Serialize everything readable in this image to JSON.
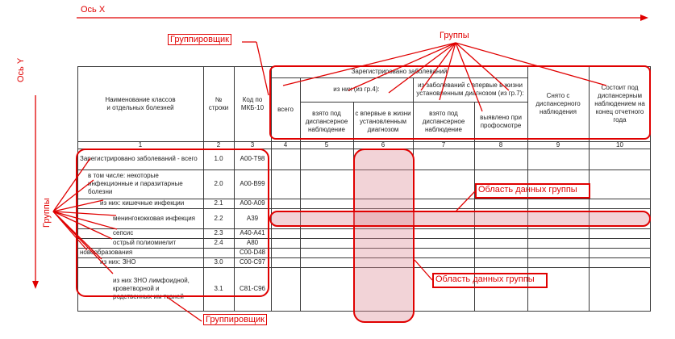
{
  "axes": {
    "x_label": "Ось X",
    "y_label": "Ось Y"
  },
  "annotations": {
    "grouper_top": "Группировщик",
    "groups_top": "Группы",
    "groups_left": "Группы",
    "grouper_bottom": "Группировщик",
    "data_area_1": "Область данных группы",
    "data_area_2": "Область данных группы"
  },
  "colors": {
    "accent": "#e00000",
    "highlight_fill": "#e8b4ba",
    "grid": "#3a3a3a"
  },
  "header": {
    "name": "Наименование классов\nи отдельных болезней",
    "row_num": "№\nстроки",
    "icd": "Код по\nМКБ-10",
    "registered": "Зарегистрировано заболеваний",
    "total": "всего",
    "of_them": "из них (из гр.4):",
    "first_in_life_sub": "из заболеваний с впервые в жизни установленным диагнозом (из гр.7):",
    "taken_dispensary": "взято под диспансерное наблюдение",
    "first_in_life": "с впервые в жизни установленным диагнозом",
    "taken_dispensary_2": "взято под диспансерное наблюдение",
    "detected_prof": "выявлено при профосмотре",
    "removed": "Снято с диспансерного наблюдения",
    "consists": "Состоит под диспансерным наблюдением на конец отчетного года",
    "col_numbers": [
      "1",
      "2",
      "3",
      "4",
      "5",
      "6",
      "7",
      "8",
      "9",
      "10"
    ]
  },
  "rows": [
    {
      "name": "Зарегистрировано заболеваний - всего",
      "num": "1.0",
      "code": "A00-T98"
    },
    {
      "name": "в том числе: некоторые инфекционные и паразитарные болезни",
      "num": "2.0",
      "code": "A00-B99"
    },
    {
      "name": "из них: кишечные инфекции",
      "num": "2.1",
      "code": "A00-A09"
    },
    {
      "name": "менингококковая инфекция",
      "num": "2.2",
      "code": "A39"
    },
    {
      "name": "сепсис",
      "num": "2.3",
      "code": "A40-A41"
    },
    {
      "name": "острый полиомиелит",
      "num": "2.4",
      "code": "A80"
    },
    {
      "name": "новообразования",
      "num": "",
      "code": "C00-D48"
    },
    {
      "name": "из них: ЗНО",
      "num": "3.0",
      "code": "C00-C97"
    },
    {
      "name": "из них ЗНО лимфоидной, кроветворной и родственных им тканей",
      "num": "3.1",
      "code": "C81-C96"
    }
  ]
}
